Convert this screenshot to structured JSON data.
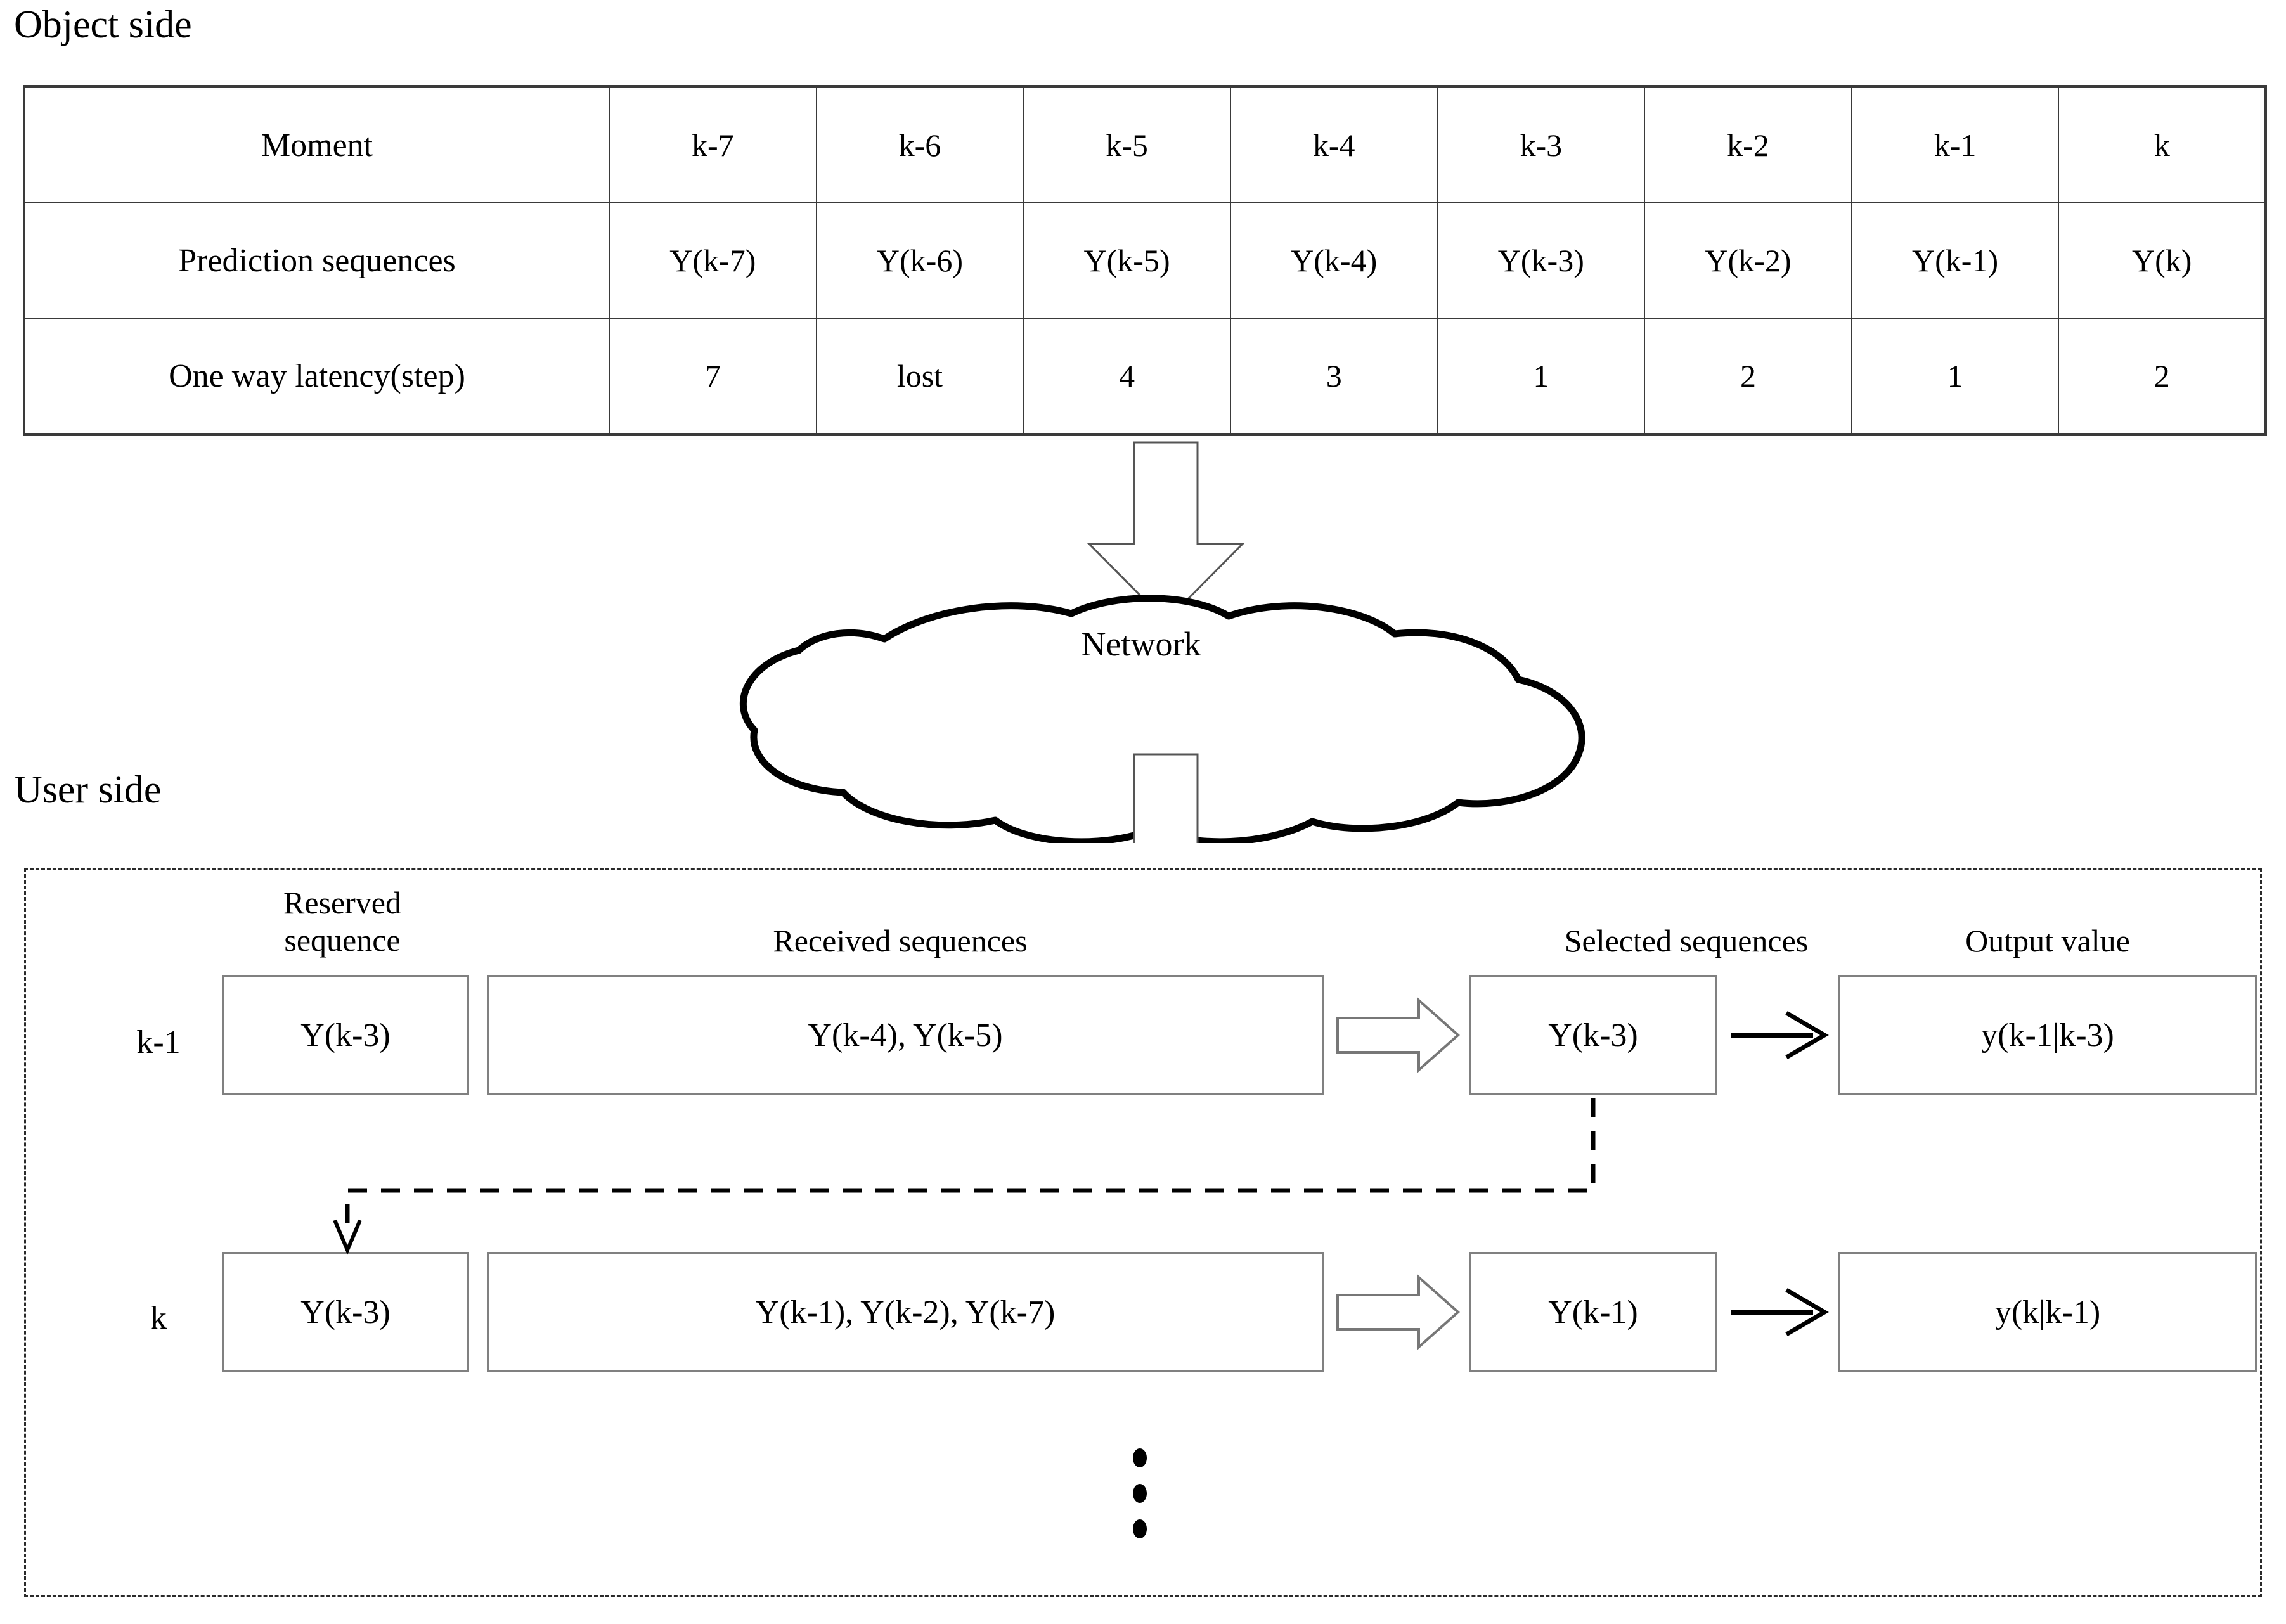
{
  "sections": {
    "object_side_caption": "Object side",
    "user_side_caption": "User side"
  },
  "object_table": {
    "rows": [
      {
        "header": "Moment",
        "cells": [
          "k-7",
          "k-6",
          "k-5",
          "k-4",
          "k-3",
          "k-2",
          "k-1",
          "k"
        ]
      },
      {
        "header": "Prediction sequences",
        "cells": [
          "Y(k-7)",
          "Y(k-6)",
          "Y(k-5)",
          "Y(k-4)",
          "Y(k-3)",
          "Y(k-2)",
          "Y(k-1)",
          "Y(k)"
        ]
      },
      {
        "header": "One way latency(step)",
        "cells": [
          "7",
          "lost",
          "4",
          "3",
          "1",
          "2",
          "1",
          "2"
        ]
      }
    ]
  },
  "network": {
    "label": "Network",
    "arrow_down_top": "block-arrow-down",
    "arrow_down_bottom": "block-arrow-down"
  },
  "user_side": {
    "column_headers": {
      "reserved": "Reserved\nsequence",
      "received": "Received sequences",
      "selected": "Selected sequences",
      "output": "Output value"
    },
    "rows": [
      {
        "time_label": "k-1",
        "reserved": "Y(k-3)",
        "received": "Y(k-4), Y(k-5)",
        "selected": "Y(k-3)",
        "output": "y(k-1|k-3)"
      },
      {
        "time_label": "k",
        "reserved": "Y(k-3)",
        "received": "Y(k-1), Y(k-2), Y(k-7)",
        "selected": "Y(k-1)",
        "output": "y(k|k-1)"
      }
    ],
    "continuation": "vertical-ellipsis"
  },
  "colors": {
    "line": "#000000",
    "box_border": "#808080",
    "table_border": "#3a3a3a",
    "panel_border": "#2a2a2a",
    "background": "#ffffff"
  }
}
